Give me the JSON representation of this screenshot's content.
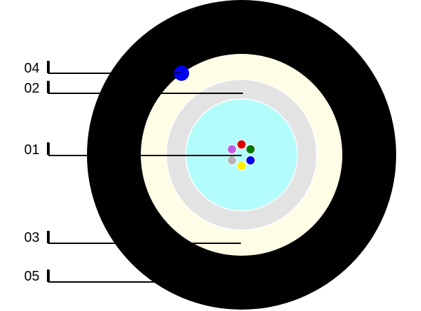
{
  "colors": {
    "background": "#ffffff",
    "outer_jacket": "#000000",
    "strength_layer": "#fffde6",
    "buffer_layer": "#e3e3e3",
    "gel_core": "#b3fcfc",
    "ring_stroke": "#ffffff",
    "leader_line": "#000000",
    "ripcord": "#0000ee"
  },
  "fibers": [
    {
      "color_name": "red",
      "color": "#e00000"
    },
    {
      "color_name": "green",
      "color": "#007a00"
    },
    {
      "color_name": "blue",
      "color": "#0000ee"
    },
    {
      "color_name": "yellow",
      "color": "#ffee00"
    },
    {
      "color_name": "gray",
      "color": "#b4b4b4"
    },
    {
      "color_name": "violet",
      "color": "#c060e0"
    }
  ],
  "callouts": [
    {
      "id": "04",
      "label": "04"
    },
    {
      "id": "02",
      "label": "02"
    },
    {
      "id": "01",
      "label": "01"
    },
    {
      "id": "03",
      "label": "03"
    },
    {
      "id": "05",
      "label": "05"
    }
  ]
}
